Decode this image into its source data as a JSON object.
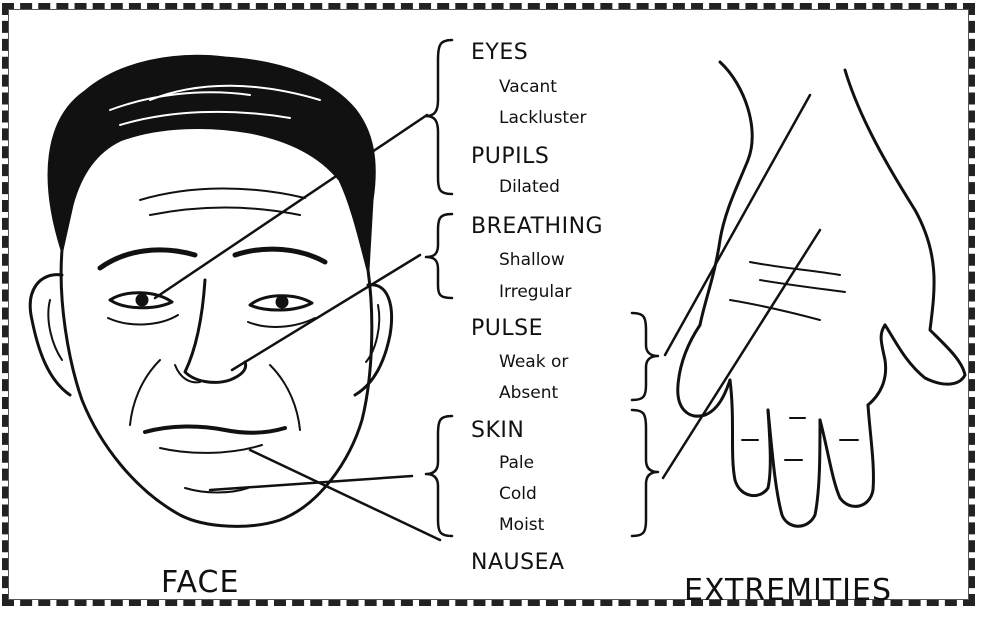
{
  "colors": {
    "ink": "#111111",
    "background": "#ffffff"
  },
  "labels": {
    "eyes": {
      "heading": "EYES",
      "items": [
        "Vacant",
        "Lackluster"
      ]
    },
    "pupils": {
      "heading": "PUPILS",
      "items": [
        "Dilated"
      ]
    },
    "breathing": {
      "heading": "BREATHING",
      "items": [
        "Shallow",
        "Irregular"
      ]
    },
    "pulse": {
      "heading": "PULSE",
      "items": [
        "Weak or",
        "Absent"
      ]
    },
    "skin": {
      "heading": "SKIN",
      "items": [
        "Pale",
        "Cold",
        "Moist"
      ]
    },
    "nausea": {
      "heading": "NAUSEA"
    }
  },
  "captions": {
    "face": "FACE",
    "extremities": "EXTREMITIES"
  }
}
